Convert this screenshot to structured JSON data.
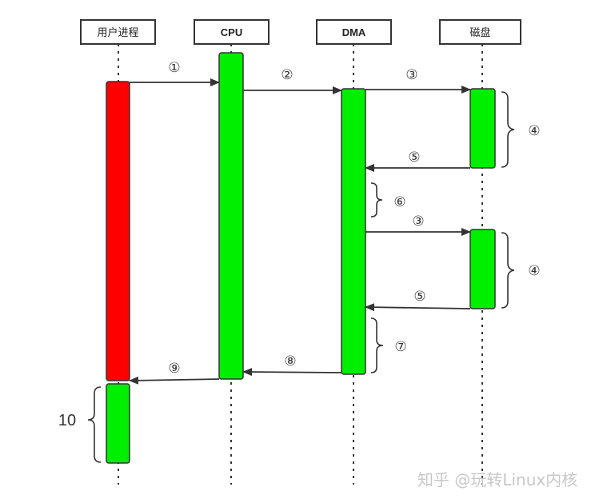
{
  "colors": {
    "blocking": "#ff0000",
    "active": "#00ee00",
    "outline": "#333333",
    "line": "#333333"
  },
  "participants": [
    {
      "id": "user",
      "label": "用户进程"
    },
    {
      "id": "cpu",
      "label": "CPU"
    },
    {
      "id": "dma",
      "label": "DMA"
    },
    {
      "id": "disk",
      "label": "磁盘"
    }
  ],
  "activations": [
    {
      "participant": "user",
      "state": "blocked",
      "desc": "user process blocked"
    },
    {
      "participant": "user",
      "state": "active",
      "desc": "user process resumes"
    },
    {
      "participant": "cpu",
      "state": "active",
      "desc": "CPU handling"
    },
    {
      "participant": "dma",
      "state": "active",
      "desc": "DMA transfer"
    },
    {
      "participant": "disk",
      "state": "active",
      "desc": "disk read 1"
    },
    {
      "participant": "disk",
      "state": "active",
      "desc": "disk read 2"
    }
  ],
  "messages": [
    {
      "label": "①",
      "from": "user",
      "to": "cpu"
    },
    {
      "label": "②",
      "from": "cpu",
      "to": "dma"
    },
    {
      "label": "③",
      "from": "dma",
      "to": "disk"
    },
    {
      "label": "⑤",
      "from": "disk",
      "to": "dma"
    },
    {
      "label": "③",
      "from": "dma",
      "to": "disk"
    },
    {
      "label": "⑤",
      "from": "disk",
      "to": "dma"
    },
    {
      "label": "⑧",
      "from": "dma",
      "to": "cpu"
    },
    {
      "label": "⑨",
      "from": "cpu",
      "to": "user"
    }
  ],
  "braces": [
    {
      "label": "④",
      "side": "right",
      "target": "disk read 1"
    },
    {
      "label": "⑥",
      "side": "right",
      "target": "dma wait"
    },
    {
      "label": "④",
      "side": "right",
      "target": "disk read 2"
    },
    {
      "label": "⑦",
      "side": "right",
      "target": "dma finish"
    },
    {
      "label": "10",
      "side": "left",
      "target": "user process resumes"
    }
  ],
  "watermark": "知乎 @玩转Linux内核"
}
